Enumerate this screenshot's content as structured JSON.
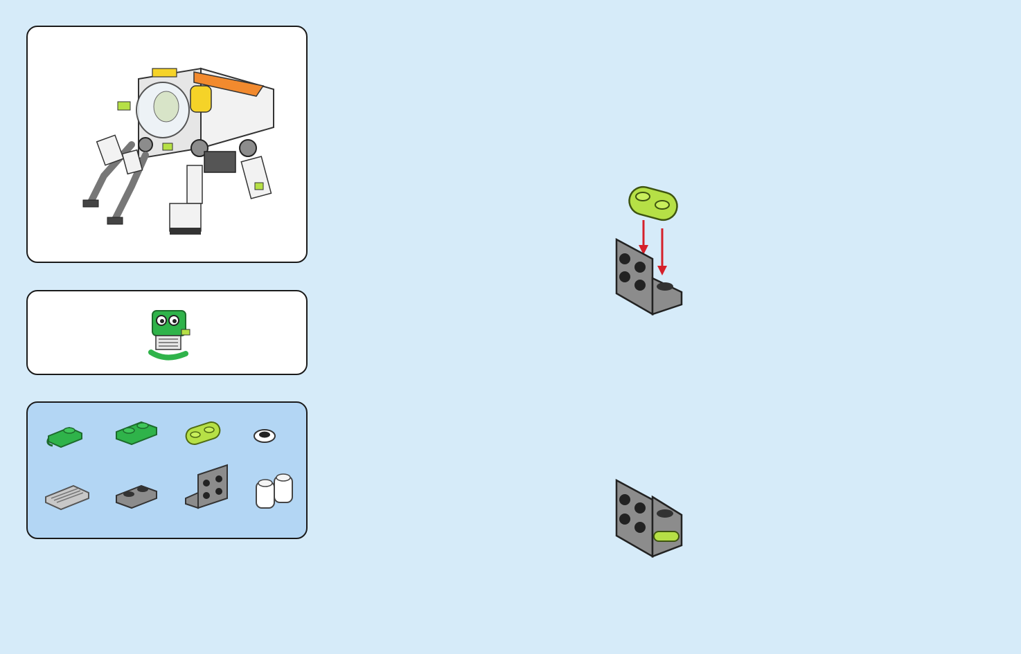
{
  "page": {
    "background": "#d6ebf9"
  },
  "panels": {
    "model": {
      "name": "model-preview",
      "background": "#ffffff",
      "icon": "mech-robot-icon"
    },
    "minifig": {
      "name": "minifigure",
      "background": "#ffffff",
      "icon": "green-figure-icon"
    },
    "parts": {
      "background": "#b3d6f4",
      "items": [
        {
          "id": "green-plate-clip",
          "color": "#2fb34a"
        },
        {
          "id": "green-plate-1x2",
          "color": "#2fb34a"
        },
        {
          "id": "lime-plate-rounded",
          "color": "#b6e046"
        },
        {
          "id": "eye-tile-round",
          "color": "#ffffff"
        },
        {
          "id": "grille-tile",
          "color": "#c8c8c8"
        },
        {
          "id": "gray-plate-1x2",
          "color": "#8c8c8c"
        },
        {
          "id": "gray-bracket-2x2",
          "color": "#8c8c8c"
        },
        {
          "id": "white-brick-round",
          "color": "#ffffff"
        }
      ]
    }
  },
  "steps": [
    {
      "name": "step-attach",
      "arrow_color": "#d5202a",
      "icon": "bracket-with-lime-plate-icon"
    },
    {
      "name": "step-result",
      "icon": "bracket-assembled-icon"
    }
  ],
  "colors": {
    "lime": "#b6e046",
    "green": "#2fb34a",
    "gray": "#8c8c8c",
    "dark": "#222222",
    "arrow": "#d5202a"
  }
}
